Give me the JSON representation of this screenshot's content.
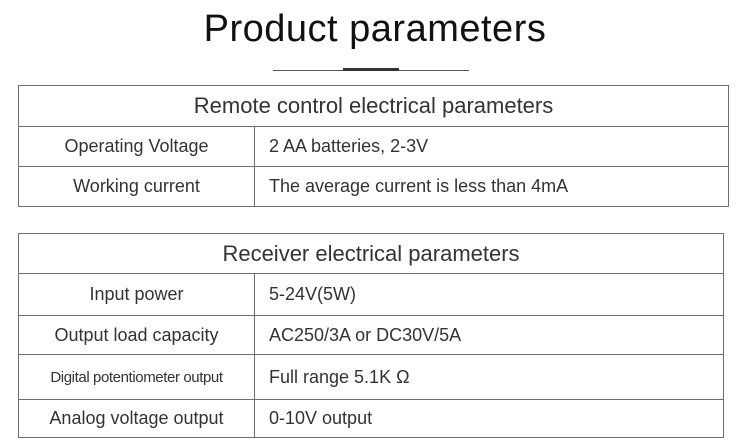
{
  "title": "Product parameters",
  "remote": {
    "heading": "Remote control electrical parameters",
    "rows": [
      {
        "label": "Operating Voltage",
        "value": "2 AA batteries, 2-3V"
      },
      {
        "label": "Working current",
        "value": "The average current is less than 4mA"
      }
    ]
  },
  "receiver": {
    "heading": "Receiver electrical parameters",
    "rows": [
      {
        "label": "Input power",
        "value": "5-24V(5W)"
      },
      {
        "label": "Output load capacity",
        "value": "AC250/3A or DC30V/5A"
      },
      {
        "label": "Digital potentiometer output",
        "value": "Full range 5.1K Ω"
      },
      {
        "label": "Analog voltage output",
        "value": "0-10V output"
      }
    ]
  }
}
